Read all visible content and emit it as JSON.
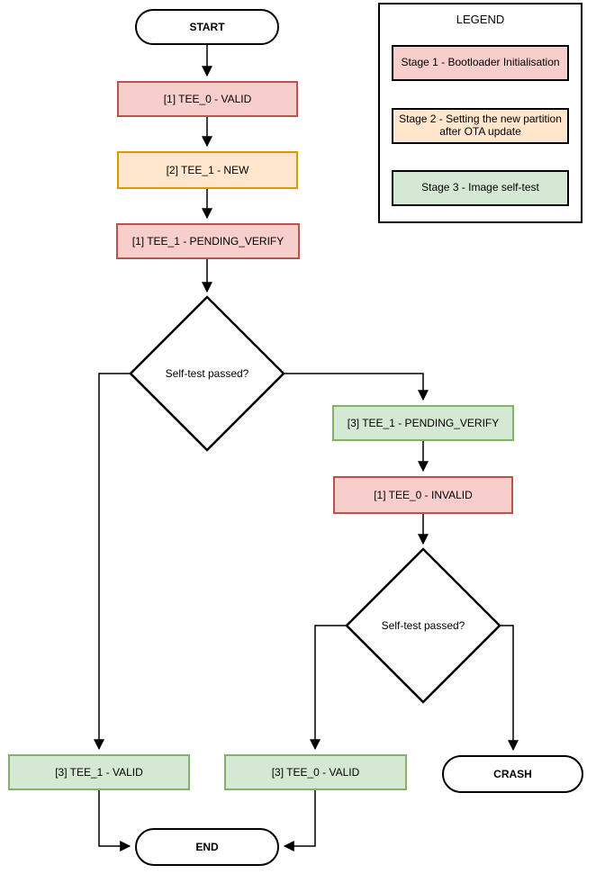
{
  "palette": {
    "stage1_fill": "#f8cecc",
    "stage1_stroke": "#b85450",
    "stage2_fill": "#ffe6cc",
    "stage2_stroke": "#d79b00",
    "stage3_fill": "#d5e8d4",
    "stage3_stroke": "#82b366",
    "terminal_fill": "#ffffff",
    "terminal_stroke": "#000000",
    "line_color": "#000000",
    "background": "#ffffff"
  },
  "flowchart": {
    "start_label": "START",
    "nodes": {
      "tee0_valid": "[1] TEE_0 - VALID",
      "tee1_new": "[2] TEE_1 - NEW",
      "tee1_pending_verify": "[1] TEE_1 - PENDING_VERIFY",
      "decision1": "Self-test passed?",
      "tee1_pending_verify_stage3": "[3] TEE_1 - PENDING_VERIFY",
      "tee0_invalid": "[1] TEE_0 - INVALID",
      "decision2": "Self-test passed?",
      "tee1_valid": "[3] TEE_1 - VALID",
      "tee0_valid_stage3": "[3] TEE_0 - VALID"
    },
    "crash_label": "CRASH",
    "end_label": "END"
  },
  "legend": {
    "title": "LEGEND",
    "items": [
      {
        "label": "Stage 1 - Bootloader Initialisation",
        "fill": "#f8cecc"
      },
      {
        "label": "Stage 2 - Setting the new partition after OTA update",
        "fill": "#ffe6cc"
      },
      {
        "label": "Stage 3 - Image self-test",
        "fill": "#d5e8d4"
      }
    ]
  }
}
